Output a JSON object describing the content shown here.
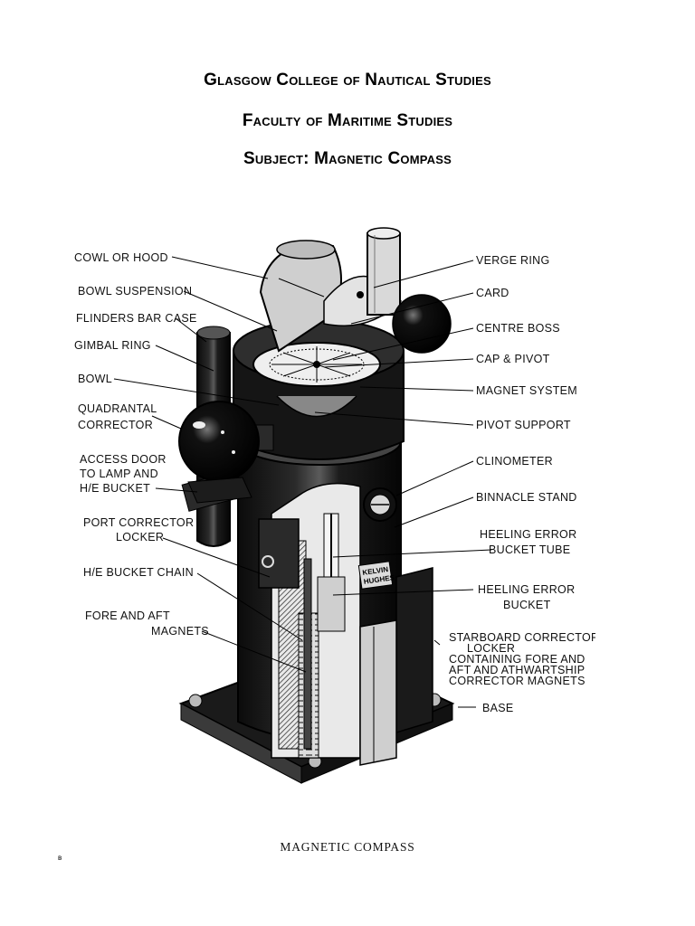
{
  "header": {
    "college": "Glasgow College of Nautical Studies",
    "faculty": "Faculty of Maritime Studies",
    "subject": "Subject: Magnetic Compass"
  },
  "figure": {
    "caption": "MAGNETIC COMPASS",
    "labels_left": {
      "cowl": "COWL OR HOOD",
      "bowl_suspension": "BOWL SUSPENSION",
      "flinders": "FLINDERS BAR CASE",
      "gimbal": "GIMBAL RING",
      "bowl": "BOWL",
      "quadrantal_1": "QUADRANTAL",
      "quadrantal_2": "CORRECTOR",
      "access_1": "ACCESS DOOR",
      "access_2": "TO LAMP AND",
      "access_3": "H/E BUCKET",
      "port_1": "PORT CORRECTOR",
      "port_2": "LOCKER",
      "chain": "H/E BUCKET CHAIN",
      "fore_1": "FORE AND AFT",
      "fore_2": "MAGNETS"
    },
    "labels_right": {
      "verge": "VERGE RING",
      "card": "CARD",
      "centre_boss": "CENTRE BOSS",
      "cap_pivot": "CAP & PIVOT",
      "magnet_system": "MAGNET SYSTEM",
      "pivot_support": "PIVOT SUPPORT",
      "clinometer": "CLINOMETER",
      "binnacle": "BINNACLE STAND",
      "he_tube_1": "HEELING ERROR",
      "he_tube_2": "BUCKET TUBE",
      "he_bucket_1": "HEELING ERROR",
      "he_bucket_2": "BUCKET",
      "starboard_1": "STARBOARD CORRECTOR",
      "starboard_2": "LOCKER",
      "starboard_3": "CONTAINING FORE AND",
      "starboard_4": "AFT AND ATHWARTSHIP",
      "starboard_5": "CORRECTOR MAGNETS",
      "base": "BASE"
    },
    "plate_text_1": "KELVIN",
    "plate_text_2": "HUGHES"
  },
  "footer_mark": "ʙ"
}
